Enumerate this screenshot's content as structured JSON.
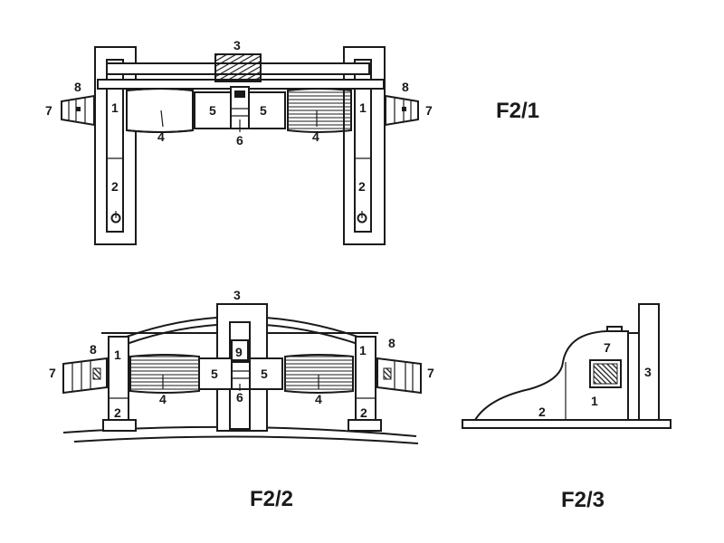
{
  "figures": {
    "f21": {
      "title": "F2/1",
      "labels": {
        "frame_left": "1",
        "frame_right": "1",
        "post_left": "2",
        "post_right": "2",
        "top_block": "3",
        "roller_left": "4",
        "roller_right": "4",
        "block_left": "5",
        "block_right": "5",
        "center": "6",
        "hub_left": "7",
        "hub_right": "7",
        "marker_left": "8",
        "marker_right": "8"
      }
    },
    "f22": {
      "title": "F2/2",
      "labels": {
        "frame_left": "1",
        "frame_right": "1",
        "post_left": "2",
        "post_right": "2",
        "top_block": "3",
        "roller_left": "4",
        "roller_right": "4",
        "block_left": "5",
        "block_right": "5",
        "center": "6",
        "hub_left": "7",
        "hub_right": "7",
        "marker_left": "8",
        "marker_right": "8",
        "window": "9"
      }
    },
    "f23": {
      "title": "F2/3",
      "labels": {
        "body": "1",
        "slope": "2",
        "back_plate": "3",
        "head": "7"
      }
    }
  }
}
